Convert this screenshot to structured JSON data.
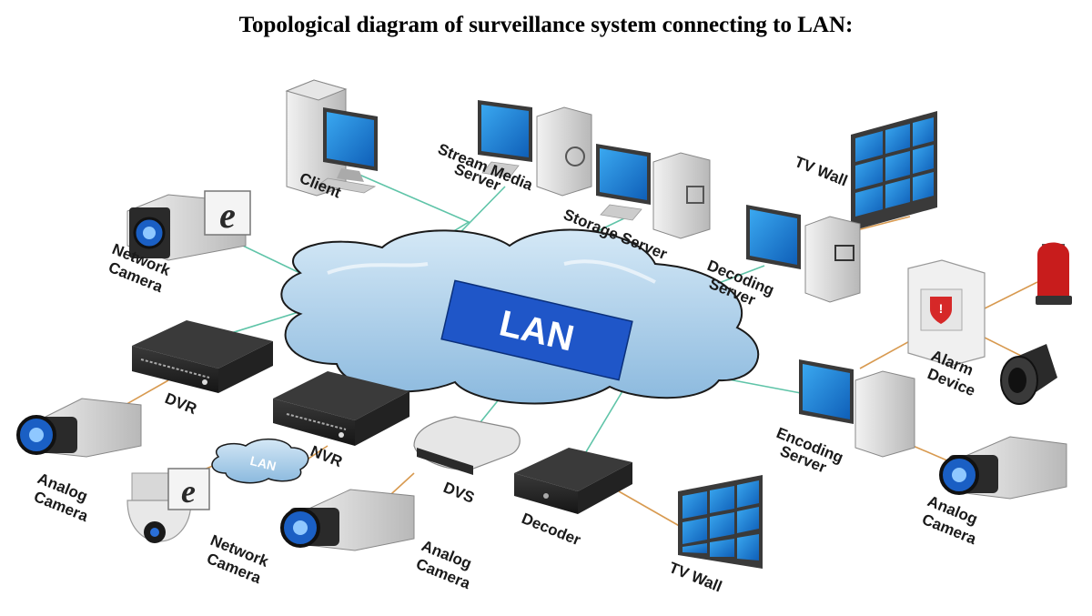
{
  "title": "Topological diagram of surveillance system connecting to LAN:",
  "lan_main": "LAN",
  "lan_sub": "LAN",
  "labels": {
    "client": "Client",
    "stream_1": "Stream Media",
    "stream_2": "Server",
    "storage": "Storage Server",
    "tvwall_top": "TV Wall",
    "netcam1_1": "Network",
    "netcam1_2": "Camera",
    "decoding_1": "Decoding",
    "decoding_2": "Server",
    "dvr": "DVR",
    "nvr": "NVR",
    "dvs": "DVS",
    "decoder": "Decoder",
    "tvwall_bottom": "TV Wall",
    "analog_left_1": "Analog",
    "analog_left_2": "Camera",
    "netcam2_1": "Network",
    "netcam2_2": "Camera",
    "analog_mid_1": "Analog",
    "analog_mid_2": "Camera",
    "alarm_1": "Alarm",
    "alarm_2": "Device",
    "encoding_1": "Encoding",
    "encoding_2": "Server",
    "analog_right_1": "Analog",
    "analog_right_2": "Camera"
  },
  "colors": {
    "lan_link": "#5fc4a8",
    "analog_link": "#d89a50",
    "cloud": "#a8cde8",
    "lan_box": "#1f56c8",
    "screen": "#1e8ce0"
  }
}
